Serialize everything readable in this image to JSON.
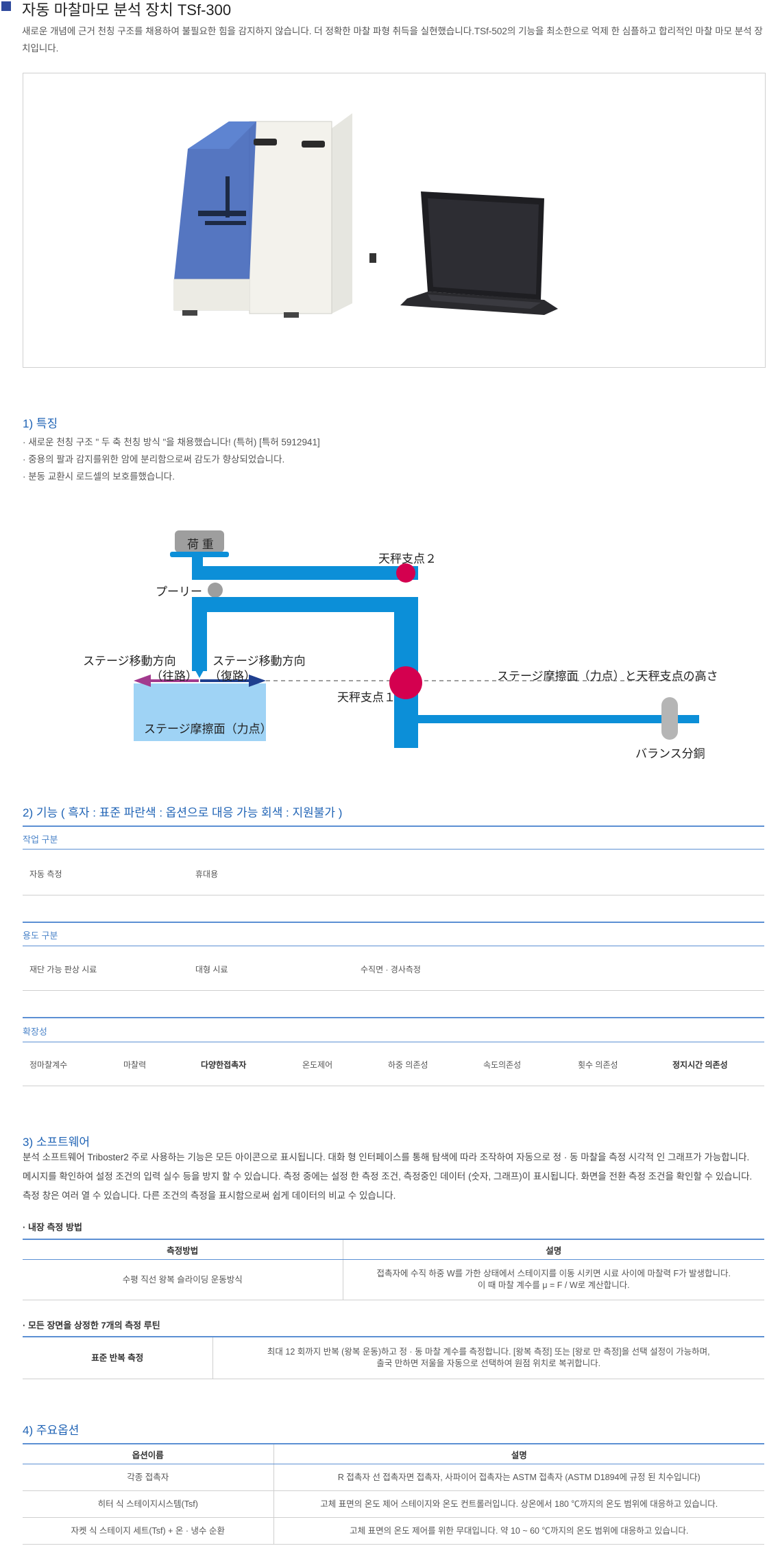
{
  "header": {
    "title": "자동 마찰마모 분석  장치 TSf-300",
    "intro": "새로운 개념에 근거 천칭 구조를 채용하여 불필요한 힘을 감지하지 않습니다. 더 정확한 마찰 파형 취득을 실현했습니다.TSf-502의 기능을 최소한으로 억제 한 심플하고 합리적인 마찰 마모 분석 장치입니다."
  },
  "features": {
    "title": "1) 특징",
    "items": [
      "· 새로운 천칭 구조 \" 두 축 천칭 방식 \"을 채용했습니다! (특허) [특허 5912941]",
      "· 중용의 팔과 감지를위한 암에 분리함으로써 감도가 향상되었습니다.",
      "· 분동 교환시 로드셀의 보호를했습니다."
    ]
  },
  "diagram": {
    "load": "荷 重",
    "pulley": "プーリー",
    "fulcrum2": "天秤支点２",
    "fulcrum1": "天秤支点１",
    "dir_out": "ステージ移動方向",
    "dir_out_sub": "（往路）",
    "dir_back": "ステージ移動方向",
    "dir_back_sub": "（復路）",
    "height_note": "ステージ摩擦面（力点）と天秤支点の高さ",
    "stage": "ステージ摩擦面（力点）",
    "balance": "バランス分銅",
    "colors": {
      "beam": "#0c8fd8",
      "fulcrum": "#d4004f",
      "stage": "#9fd3f5",
      "load": "#9e9e9e",
      "out_arrow": "#a23a8e",
      "back_arrow": "#1f3f8f"
    }
  },
  "functions": {
    "title": "2) 기능 ( 흑자 : 표준     파란색 : 옵션으로 대응 가능     회색 : 지원불가 )",
    "categories": [
      {
        "name": "작업 구분",
        "items": [
          {
            "label": "자동 측정",
            "bold": false
          },
          {
            "label": "휴대용",
            "bold": false
          }
        ]
      },
      {
        "name": "용도 구분",
        "items": [
          {
            "label": "재단 가능 판상 시료",
            "bold": false
          },
          {
            "label": "대형 시료",
            "bold": false
          },
          {
            "label": "수직면 · 경사측정",
            "bold": false
          }
        ]
      },
      {
        "name": "확장성",
        "items": [
          {
            "label": "정마찰계수",
            "bold": false
          },
          {
            "label": "마찰력",
            "bold": false
          },
          {
            "label": "다양한접촉자",
            "bold": true
          },
          {
            "label": "온도제어",
            "bold": false
          },
          {
            "label": "하중 의존성",
            "bold": false
          },
          {
            "label": "속도의존성",
            "bold": false
          },
          {
            "label": "횟수 의존성",
            "bold": false
          },
          {
            "label": "정지시간 의존성",
            "bold": true
          }
        ]
      }
    ]
  },
  "software": {
    "title": "3) 소프트웨어",
    "lines": [
      "분석 소프트웨어 Triboster2 주로 사용하는 기능은 모든 아이콘으로 표시됩니다. 대화 형 인터페이스를 통해 탐색에 따라 조작하여 자동으로 정 · 동 마찰을 측정 시각적 인 그래프가 가능합니다.",
      "메시지를 확인하여 설정 조건의 입력 실수 등을 방지 할 수 있습니다. 측정 중에는 설정 한 측정 조건, 측정중인 데이터 (숫자, 그래프)이 표시됩니다. 화면을 전환 측정 조건을 확인할 수 있습니다.",
      "측정 창은 여러 열 수 있습니다. 다른 조건의 측정을 표시함으로써 쉽게 데이터의 비교 수 있습니다."
    ],
    "builtin": {
      "title": "· 내장 측정 방법",
      "headers": [
        "측정방법",
        "설명"
      ],
      "method": "수평 직선 왕복 슬라이딩 운동방식",
      "desc": [
        "접촉자에 수직 하중 W를 가한 상태에서 스테이지를 이동 시키면 시료 사이에 마찰력 F가 발생합니다.",
        "이 때 마찰 계수를 μ = F / W로 계산합니다."
      ]
    },
    "routine": {
      "title": "· 모든 장면을 상정한 7개의 측정 루틴",
      "name": "표준 반복 측정",
      "desc": [
        "최대 12 회까지 반복 (왕복 운동)하고 정 · 동 마찰 계수를 측정합니다. [왕복 측정] 또는 [왕로 만 측정]을 선택 설정이 가능하며,",
        "출국 만하면 저울을 자동으로 선택하여 원점 위치로 복귀합니다."
      ]
    }
  },
  "options": {
    "title": "4) 주요옵션",
    "headers": [
      "옵션이름",
      "설명"
    ],
    "rows": [
      {
        "name": "각종 접촉자",
        "desc": "R 접촉자 선 접촉자면 접촉자, 사파이어 접촉자는 ASTM 접촉자 (ASTM D1894에 규정 된 치수입니다)"
      },
      {
        "name": "히터 식 스테이지시스템(Tsf)",
        "desc": "고체 표면의 온도 제어 스테이지와 온도 컨트롤러입니다. 상온에서 180 ℃까지의 온도 범위에 대응하고 있습니다."
      },
      {
        "name": "자켓 식 스테이지 세트(Tsf) + 온 · 냉수 순환",
        "desc": "고체 표면의 온도 제어를 위한 무대입니다. 약 10 ~ 60 ℃까지의 온도 범위에 대응하고 있습니다."
      }
    ]
  }
}
